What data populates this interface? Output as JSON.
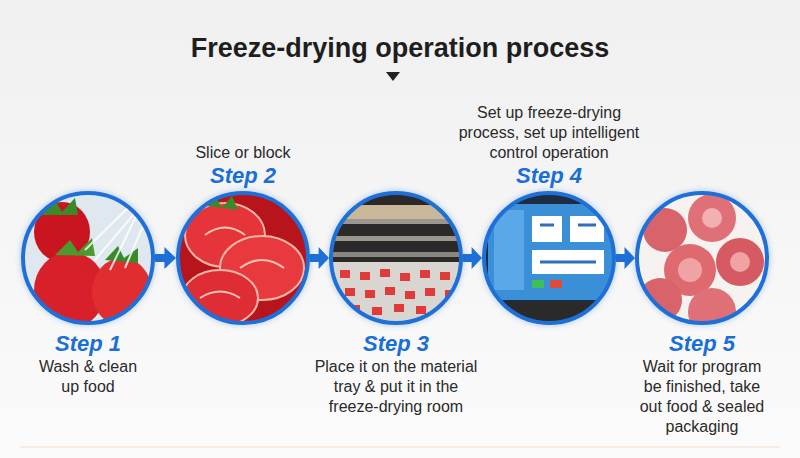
{
  "diagram": {
    "title": "Freeze-drying operation process",
    "nodes": [
      {
        "text": [
          "Step 1",
          "Wash & clean up food"
        ]
      },
      {
        "text": [
          "Slice or block",
          "Step 2"
        ]
      },
      {
        "text": [
          "Step 3",
          "Place it on the material tray & put it in the freeze-drying room"
        ]
      },
      {
        "text": [
          "Set up freeze-drying process, set up intelligent control operation",
          "Step 4"
        ]
      },
      {
        "text": [
          "Step 5",
          "Wait for program be finished, take out food & sealed packaging"
        ]
      }
    ],
    "edges": [
      {
        "from": 0,
        "to": 1,
        "arrow": "to"
      },
      {
        "from": 1,
        "to": 2,
        "arrow": "to"
      },
      {
        "from": 2,
        "to": 3,
        "arrow": "to"
      },
      {
        "from": 3,
        "to": 4,
        "arrow": "to"
      }
    ]
  }
}
